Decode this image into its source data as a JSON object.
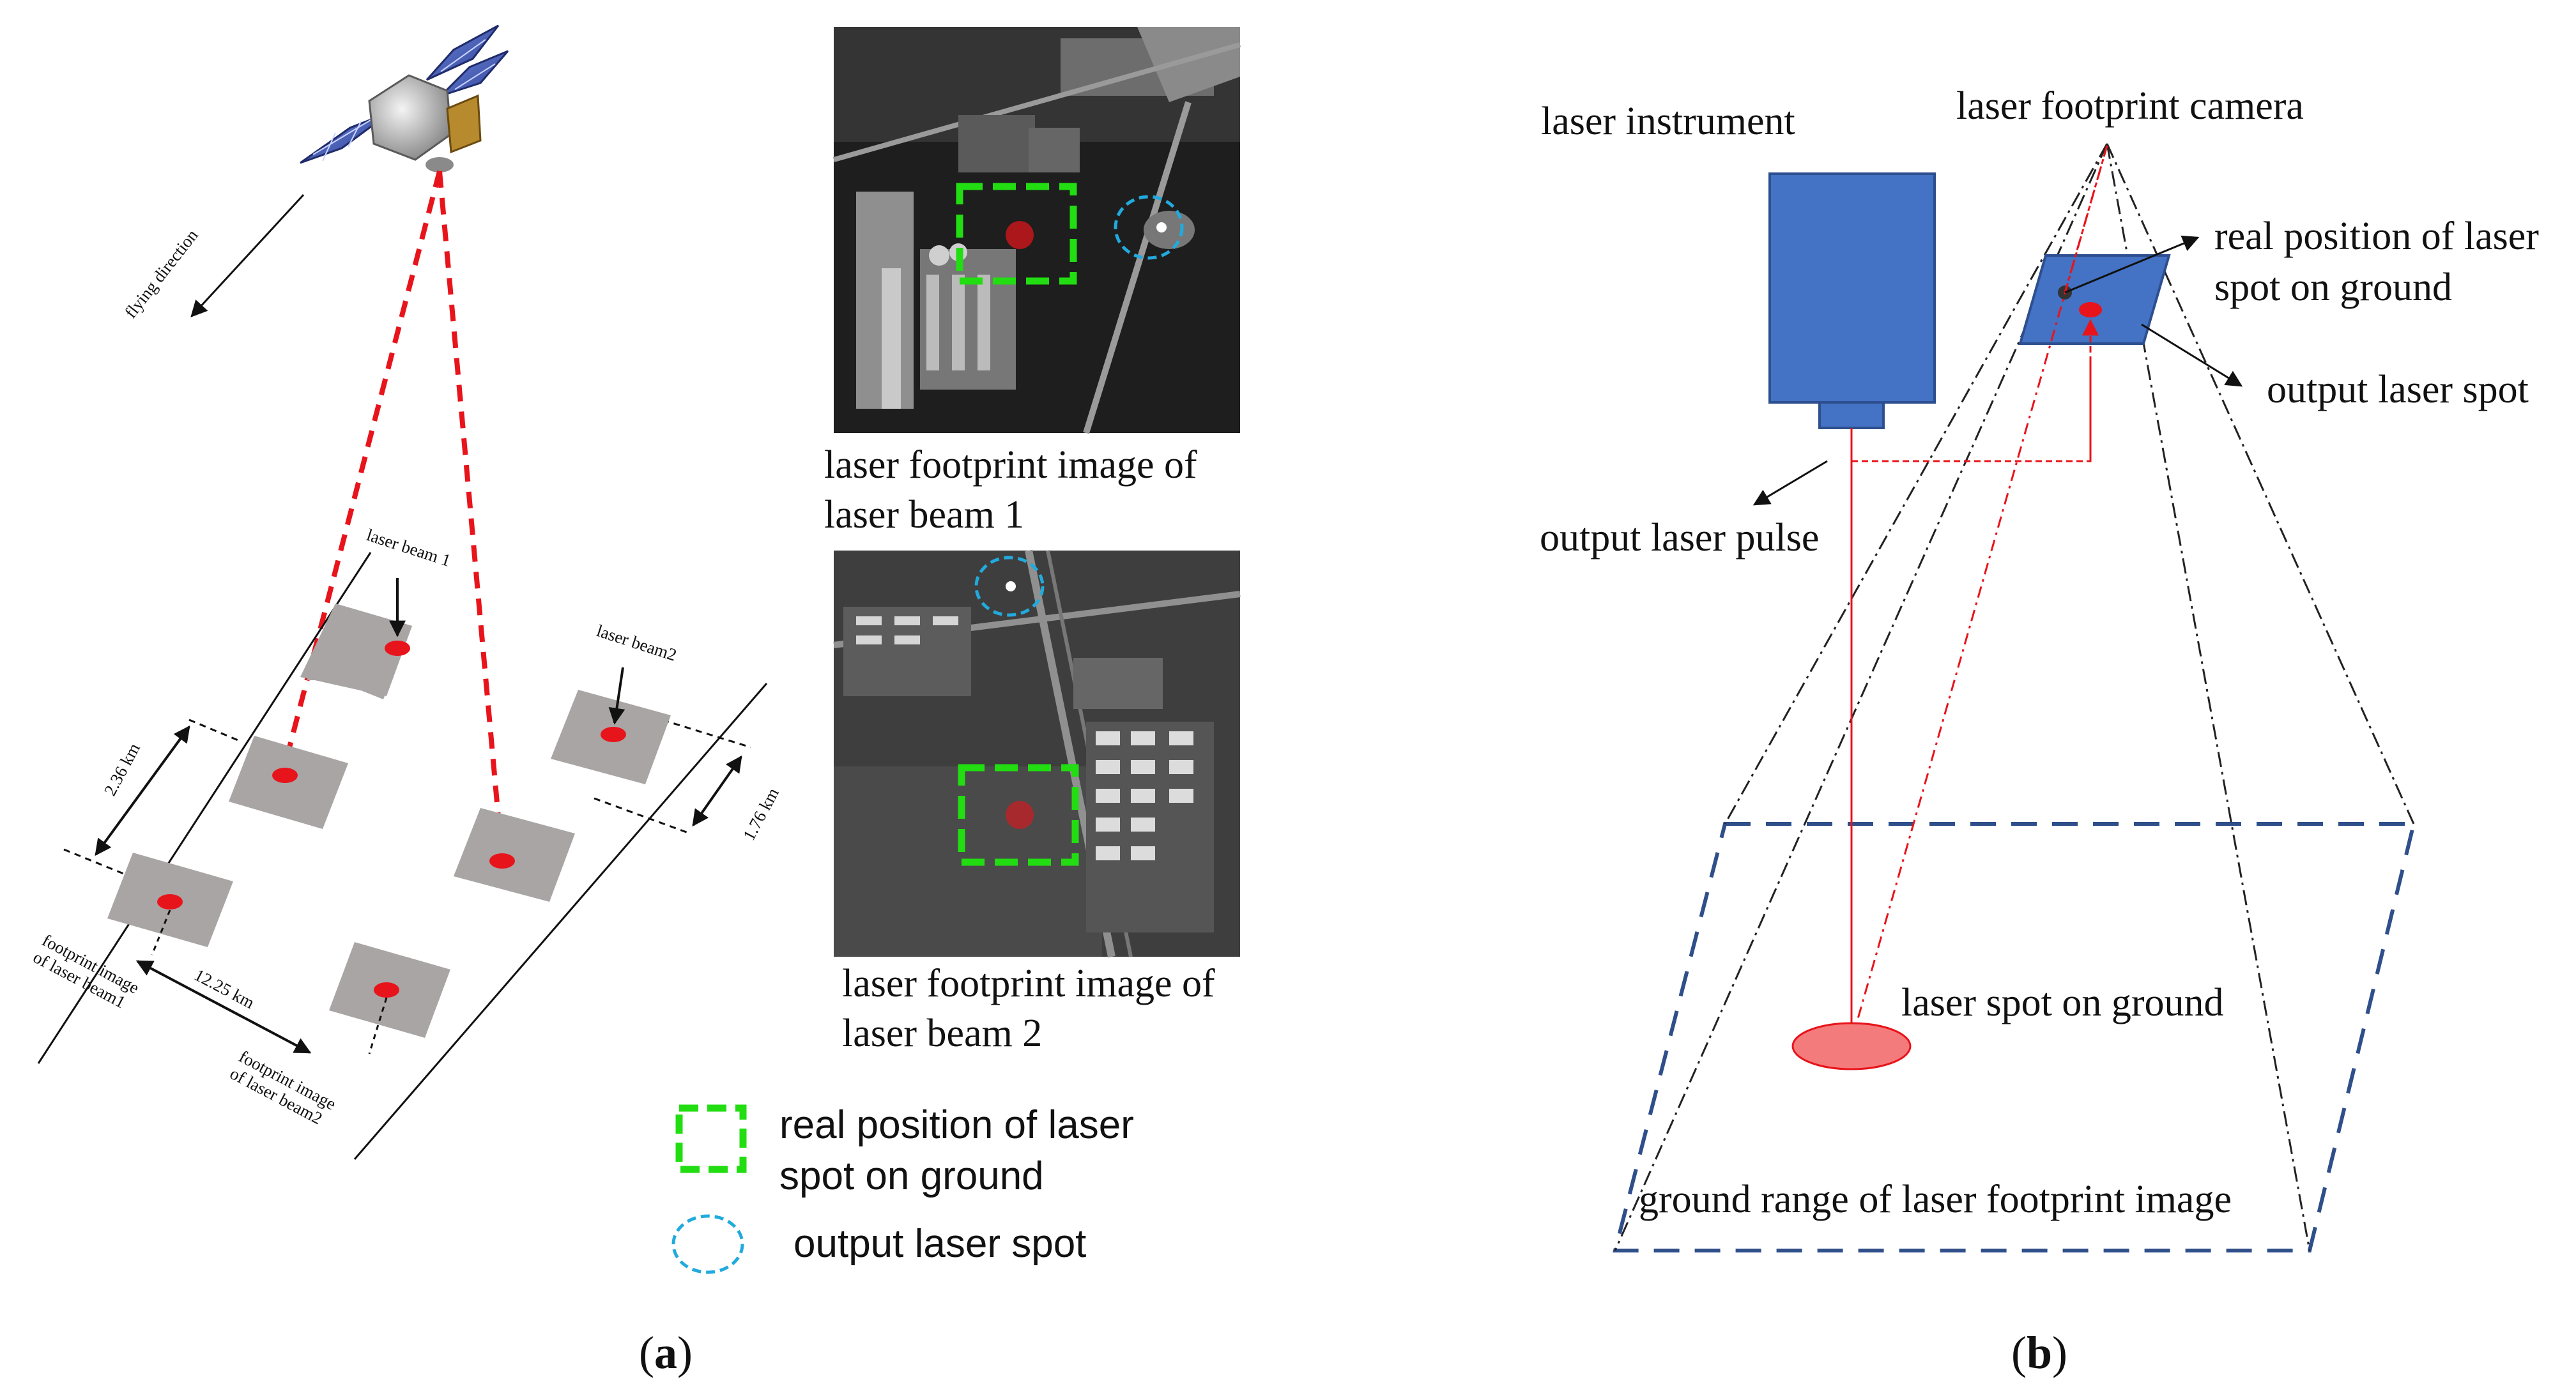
{
  "panel_a": {
    "label_open": "(",
    "label_letter": "a",
    "label_close": ")",
    "flying_direction": "flying direction",
    "beam1_label": "laser beam 1",
    "beam2_label": "laser beam2",
    "dist_across": "2.36 km",
    "dist_spacing": "1.76 km",
    "dist_along": "12.25 km",
    "footprint_beam1": [
      "footprint image",
      "of laser beam1"
    ],
    "footprint_beam2": [
      "footprint image",
      "of laser beam2"
    ],
    "image1_caption": [
      "laser footprint image of",
      "laser beam 1"
    ],
    "image2_caption": [
      "laser footprint image of",
      "laser beam 2"
    ],
    "legend": {
      "real_position": [
        "real position of laser",
        "spot on ground"
      ],
      "output_spot": "output laser spot"
    }
  },
  "panel_b": {
    "label_open": "(",
    "label_letter": "b",
    "label_close": ")",
    "laser_instrument": "laser instrument",
    "footprint_camera": "laser footprint camera",
    "real_position": [
      "real position of laser",
      "spot on ground"
    ],
    "output_spot": "output laser spot",
    "output_pulse": "output laser pulse",
    "spot_on_ground": "laser spot on ground",
    "ground_range": "ground range of laser footprint image"
  },
  "colors": {
    "laser_red": "#e8141b",
    "instrument_blue": "#4472c4",
    "legend_green": "#22dd11",
    "legend_cyan": "#22aadd",
    "ground_frame": "#2f4f8a",
    "footprint_gray": "#a9a5a5"
  }
}
